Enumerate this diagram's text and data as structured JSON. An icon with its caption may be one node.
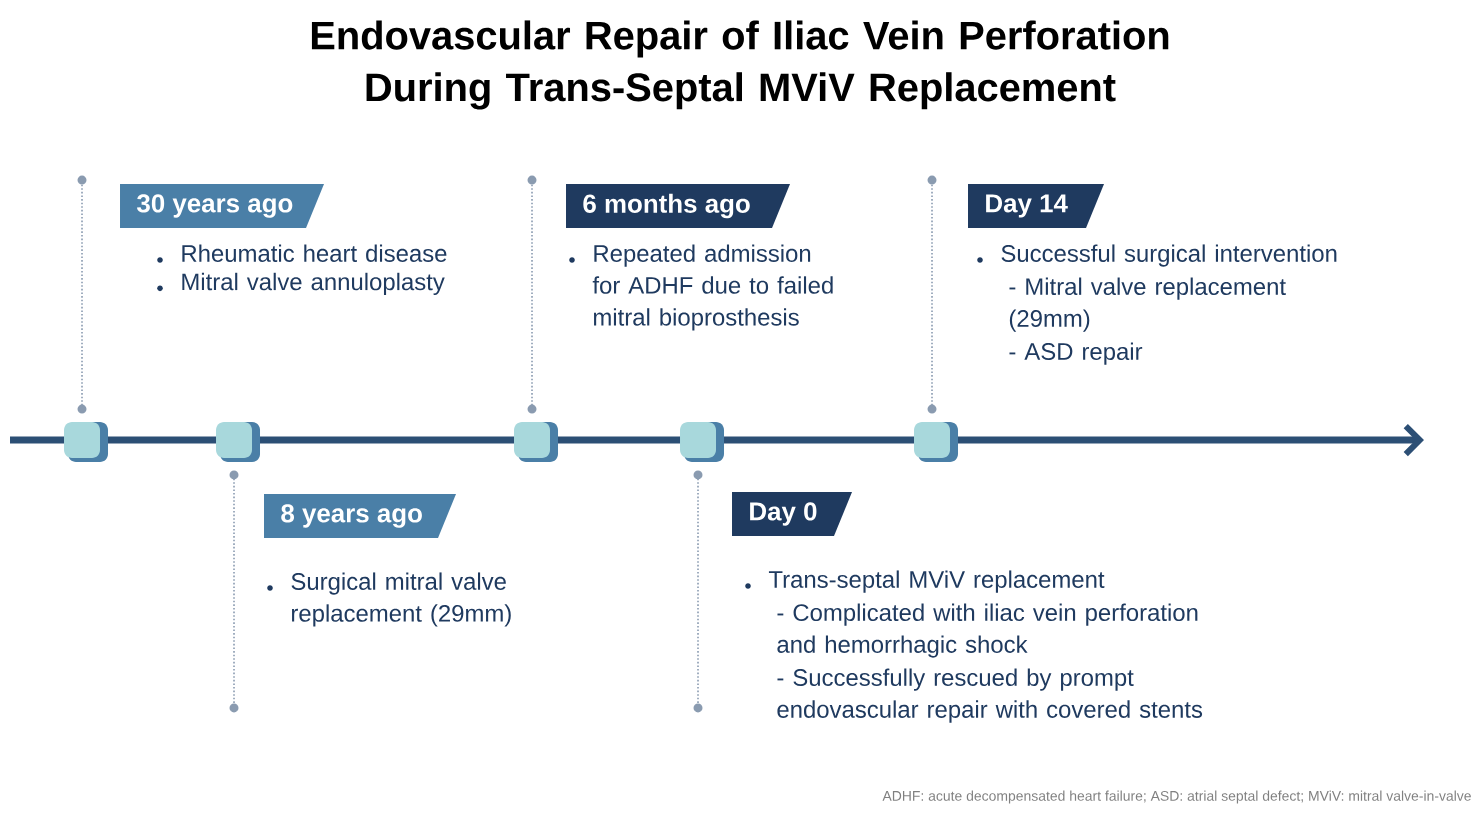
{
  "diagram": {
    "title": "Endovascular Repair of Iliac Vein Perforation During Trans-Septal MViV Replacement",
    "nodes": [
      {
        "text": [
          "30 years ago"
        ],
        "beside": [
          "Rheumatic heart disease",
          "Mitral valve annuloplasty"
        ]
      },
      {
        "text": [
          "8 years ago"
        ],
        "beside": [
          "Surgical mitral valve replacement (29mm)"
        ]
      },
      {
        "text": [
          "6 months ago"
        ],
        "beside": [
          "Repeated admission for ADHF due to failed mitral bioprosthesis"
        ]
      },
      {
        "text": [
          "Day 0"
        ],
        "beside": [
          "Trans-septal MViV replacement",
          "- Complicated with iliac vein perforation and hemorrhagic shock",
          "- Successfully rescued by prompt endovascular repair with covered stents"
        ]
      },
      {
        "text": [
          "Day 14"
        ],
        "beside": [
          "Successful surgical intervention",
          "- Mitral valve replacement (29mm)",
          "- ASD repair"
        ]
      },
      {
        "text": [],
        "shape": "box"
      },
      {
        "text": [],
        "shape": "box"
      },
      {
        "text": [],
        "shape": "box"
      },
      {
        "text": [],
        "shape": "box"
      },
      {
        "text": [],
        "shape": "box"
      }
    ],
    "labels": [
      "ADHF: acute decompensated heart failure; ASD: atrial septal defect; MViV: mitral valve-in-valve"
    ]
  }
}
